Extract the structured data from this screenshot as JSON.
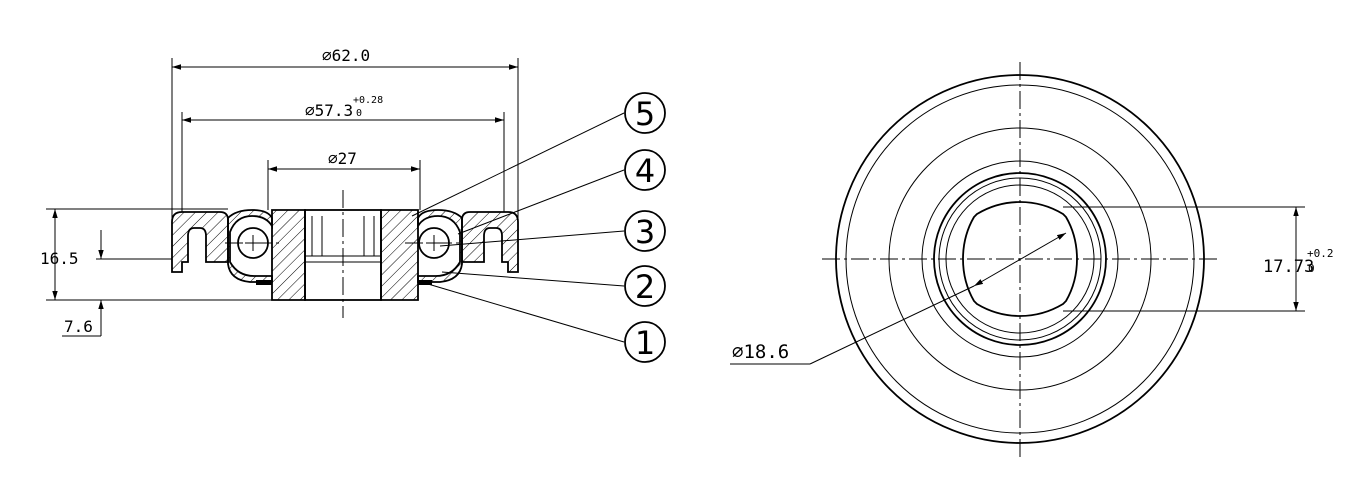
{
  "section_view": {
    "dim_outer_diameter": "⌀62.0",
    "dim_inner_diameter": "⌀57.3",
    "dim_inner_tol_upper": "+0.28",
    "dim_inner_tol_lower": "0",
    "dim_hub_diameter": "⌀27",
    "dim_height": "16.5",
    "dim_offset": "7.6",
    "balloons": [
      "5",
      "4",
      "3",
      "2",
      "1"
    ]
  },
  "end_view": {
    "dim_across_flats": "17.73",
    "dim_across_flats_tol_upper": "+0.2",
    "dim_across_flats_tol_lower": "0",
    "dim_bore_diameter": "⌀18.6"
  }
}
